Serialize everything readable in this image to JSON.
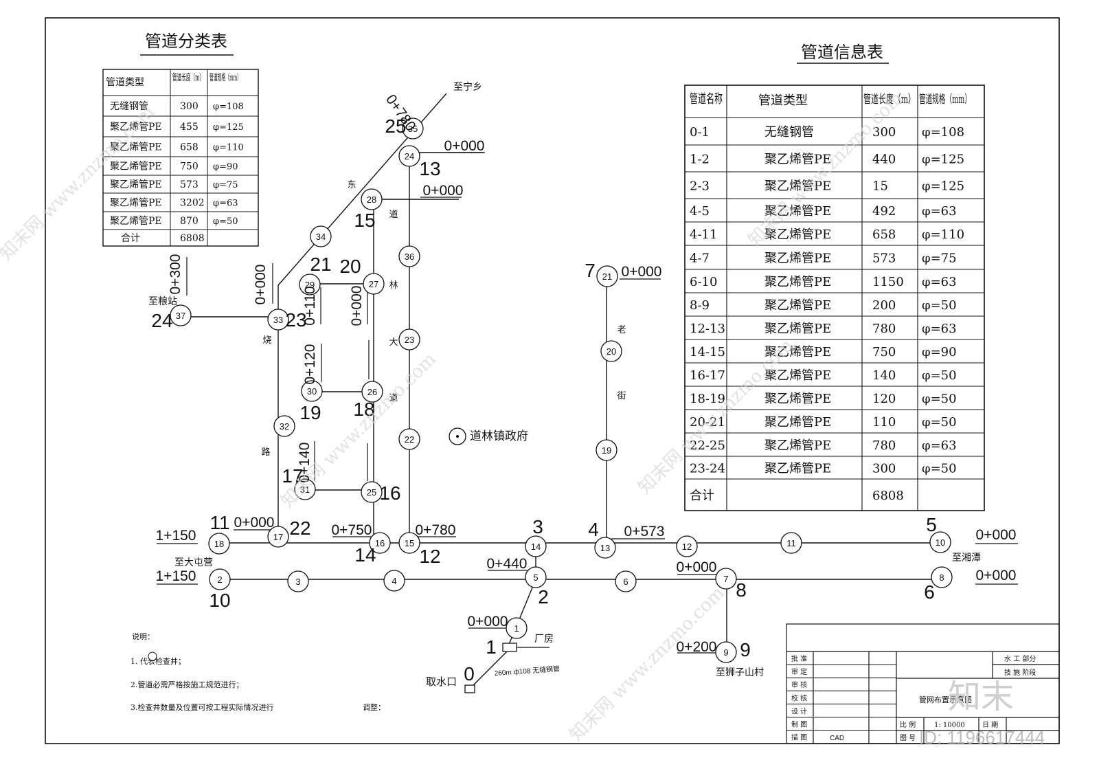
{
  "classification_table": {
    "title": "管道分类表",
    "headers": [
      "管道类型",
      "管道长度（m）",
      "管道规格（mm）"
    ],
    "rows": [
      [
        "无缝钢管",
        "300",
        "φ=108"
      ],
      [
        "聚乙烯管PE",
        "455",
        "φ=125"
      ],
      [
        "聚乙烯管PE",
        "658",
        "φ=110"
      ],
      [
        "聚乙烯管PE",
        "750",
        "φ=90"
      ],
      [
        "聚乙烯管PE",
        "573",
        "φ=75"
      ],
      [
        "聚乙烯管PE",
        "3202",
        "φ=63"
      ],
      [
        "聚乙烯管PE",
        "870",
        "φ=50"
      ],
      [
        "合计",
        "6808",
        ""
      ]
    ]
  },
  "info_table": {
    "title": "管道信息表",
    "headers": [
      "管道名称",
      "管道类型",
      "管道长度（m）",
      "管道规格（mm）"
    ],
    "rows": [
      [
        "0-1",
        "无缝钢管",
        "300",
        "φ=108"
      ],
      [
        "1-2",
        "聚乙烯管PE",
        "440",
        "φ=125"
      ],
      [
        "2-3",
        "聚乙烯管PE",
        "15",
        "φ=125"
      ],
      [
        "4-5",
        "聚乙烯管PE",
        "492",
        "φ=63"
      ],
      [
        "4-11",
        "聚乙烯管PE",
        "658",
        "φ=110"
      ],
      [
        "4-7",
        "聚乙烯管PE",
        "573",
        "φ=75"
      ],
      [
        "6-10",
        "聚乙烯管PE",
        "1150",
        "φ=63"
      ],
      [
        "8-9",
        "聚乙烯管PE",
        "200",
        "φ=50"
      ],
      [
        "12-13",
        "聚乙烯管PE",
        "780",
        "φ=63"
      ],
      [
        "14-15",
        "聚乙烯管PE",
        "750",
        "φ=90"
      ],
      [
        "16-17",
        "聚乙烯管PE",
        "140",
        "φ=50"
      ],
      [
        "18-19",
        "聚乙烯管PE",
        "120",
        "φ=50"
      ],
      [
        "20-21",
        "聚乙烯管PE",
        "110",
        "φ=50"
      ],
      [
        "22-25",
        "聚乙烯管PE",
        "780",
        "φ=63"
      ],
      [
        "23-24",
        "聚乙烯管PE",
        "300",
        "φ=50"
      ],
      [
        "合计",
        "",
        "6808",
        ""
      ]
    ]
  },
  "wells": [
    "1",
    "2",
    "3",
    "4",
    "5",
    "6",
    "7",
    "8",
    "9",
    "10",
    "11",
    "12",
    "13",
    "14",
    "15",
    "16",
    "17",
    "18",
    "19",
    "20",
    "21",
    "22",
    "23",
    "24",
    "25",
    "26",
    "27",
    "28",
    "29",
    "30",
    "31",
    "32",
    "33",
    "34",
    "35",
    "36",
    "37"
  ],
  "node_numbers": [
    "0",
    "1",
    "2",
    "3",
    "4",
    "5",
    "6",
    "7",
    "8",
    "9",
    "10",
    "11",
    "12",
    "13",
    "14",
    "15",
    "16",
    "17",
    "18",
    "19",
    "20",
    "21",
    "22",
    "23",
    "24",
    "25"
  ],
  "stations": [
    "0+000",
    "0+000",
    "0+000",
    "0+000",
    "0+000",
    "0+000",
    "0+000",
    "0+000",
    "0+000",
    "0+000",
    "0+780",
    "0+300",
    "0+110",
    "0+120",
    "0+140",
    "1+150",
    "1+150",
    "0+750",
    "0+780",
    "0+573",
    "0+440",
    "0+200"
  ],
  "street_chars": [
    "东",
    "道",
    "林",
    "大",
    "道",
    "烧",
    "路",
    "老",
    "街"
  ],
  "place_labels": {
    "gov": "道林镇政府",
    "to_ningxiang": "至宁乡",
    "to_liangzhan": "至粮站",
    "to_datunying": "至大屯营",
    "to_xiangtan": "至湘潭",
    "to_shiziling": "至狮子山村",
    "intake": "取水口",
    "plant": "厂房",
    "pipe_note": "260m ф108 无缝钢管"
  },
  "notes": {
    "heading": "说明：",
    "items": [
      "1.     代表检查井；",
      "2.管道必需严格按施工规范进行；",
      "3.检查井数量及位置可按工程实际情况进行"
    ],
    "adjust": "调整："
  },
  "title_block": {
    "rows": [
      "批 准",
      "审 定",
      "审 核",
      "校 核",
      "设 计",
      "制 图",
      "描 图"
    ],
    "cad": "CAD",
    "drawing_name": "管网布置示意图",
    "right_top": [
      "水  工  部分",
      "技  施  阶段"
    ],
    "scale_label": "比  例",
    "scale_value": "1: 10000",
    "date_label": "日  期",
    "number_label": "图  号"
  },
  "watermark": {
    "brand": "知末",
    "id": "ID: 1196617444",
    "url": "知末网 www.znzmo.com"
  }
}
